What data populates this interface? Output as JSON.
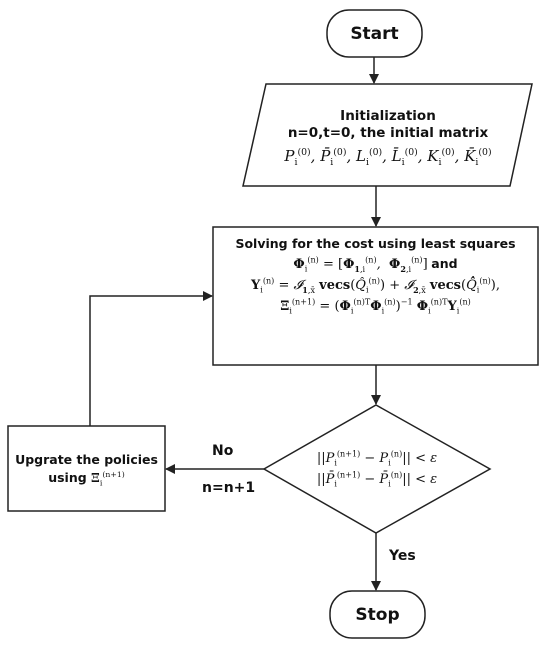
{
  "start": {
    "label": "Start"
  },
  "init": {
    "title": "Initialization",
    "line2": "n=0,t=0, the initial  matrix",
    "matrices": "P_i^(0), P̄_i^(0), L_i^(0), L̄_i^(0), K_i^(0), K̄_i^(0)"
  },
  "solve": {
    "title": "Solving for the cost using least squares",
    "eq1": "Φ_i^(n) = [Φ_1,i^(n), Φ_2,i^(n)]",
    "eq1_and": "and",
    "eq2": "Υ_i^(n) = I_1,x̄ vecs(Q̂_i^(n)) + I_2,x̄ vecs(Q̂̂_i^(n)),",
    "eq3": "Ξ_i^(n+1) = (Φ_i^(n)T Φ_i^(n))^-1 Φ_i^(n)T Υ_i^(n)"
  },
  "decision": {
    "cond1": "||P_i^(n+1) − P_i^(n)|| < ε",
    "cond2": "||P̄_i^(n+1) − P̄_i^(n)|| < ε"
  },
  "update": {
    "line1": "Upgrate the policies",
    "line2_prefix": "using ",
    "line2_math": "Ξ_i^(n+1)"
  },
  "labels": {
    "no": "No",
    "counter": "n=n+1",
    "yes": "Yes"
  },
  "stop": {
    "label": "Stop"
  }
}
